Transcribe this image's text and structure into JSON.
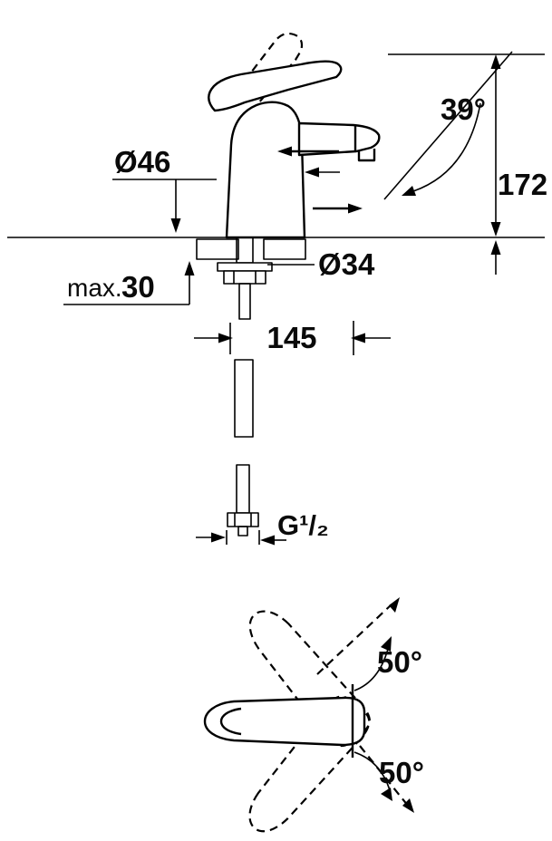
{
  "page": {
    "background": "#ffffff",
    "line_color": "#000000",
    "description": "Faucet installation dimension drawing, side view and handle top view"
  },
  "side_view": {
    "labels": {
      "spout_angle": "39°",
      "total_height": "172",
      "base_diameter": "Ø46",
      "hole_diameter": "Ø34",
      "max_prefix": "max.",
      "max_thickness": "30",
      "spout_projection": "145",
      "thread_size": "G¹/₂"
    }
  },
  "top_view": {
    "labels": {
      "handle_swing_upper": "50°",
      "handle_swing_lower": "50°"
    }
  }
}
